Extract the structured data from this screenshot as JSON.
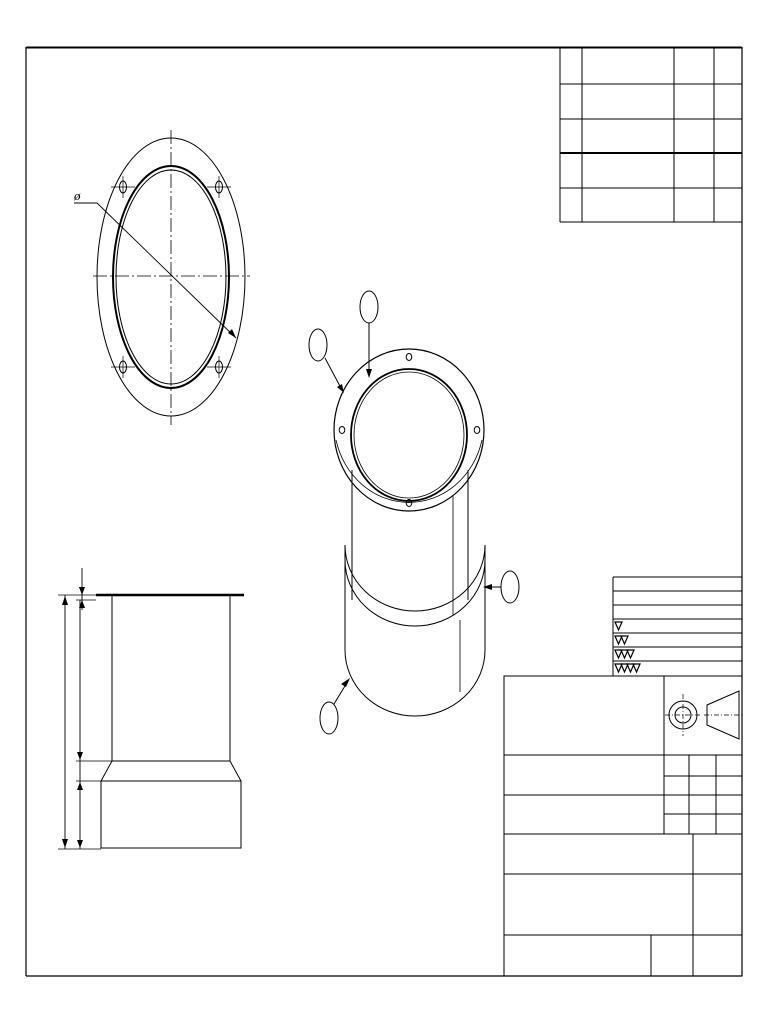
{
  "drawing": {
    "diameter_symbol": "ø",
    "views": [
      "front-view-flange",
      "side-elevation",
      "isometric-view"
    ],
    "balloon_count": 4,
    "parts_list_rows": 5,
    "surface_finish_levels": [
      1,
      2,
      3,
      4
    ],
    "projection_symbol": "third-angle-projection-icon"
  },
  "colors": {
    "line": "#000000",
    "paper": "#ffffff"
  }
}
